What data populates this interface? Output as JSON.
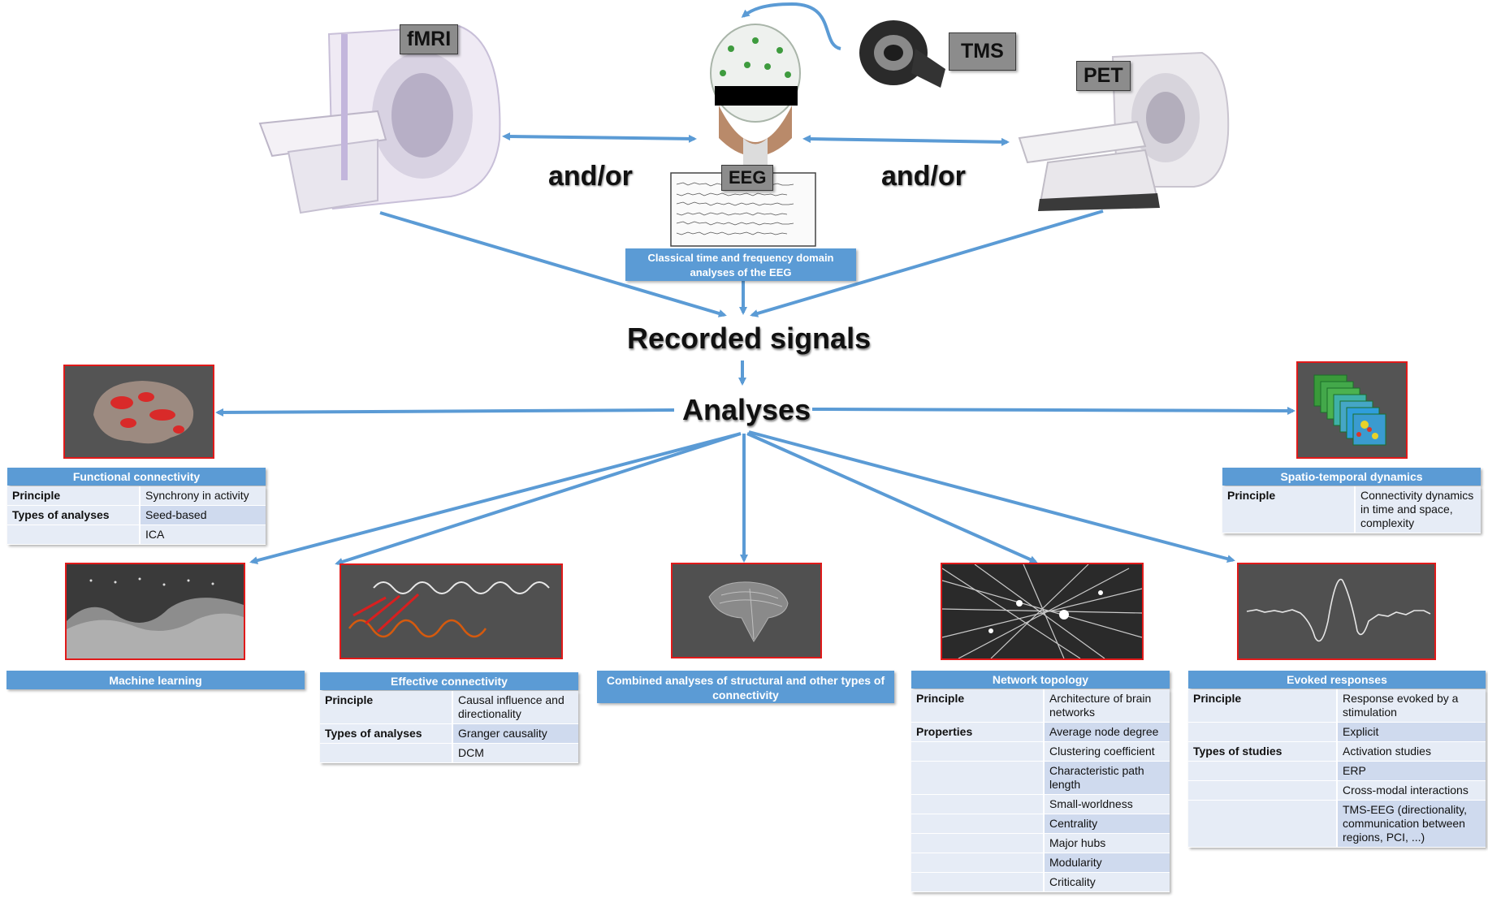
{
  "modalities": {
    "fmri": "fMRI",
    "eeg": "EEG",
    "tms": "TMS",
    "pet": "PET"
  },
  "and_or_left": "and/or",
  "and_or_right": "and/or",
  "eeg_classical": "Classical time and frequency domain analyses of the EEG",
  "recorded_signals": "Recorded signals",
  "analyses": "Analyses",
  "functional_connectivity": {
    "title": "Functional connectivity",
    "rows": [
      {
        "key": "Principle",
        "value": "Synchrony in activity"
      },
      {
        "key": "Types of analyses",
        "value": "Seed-based"
      },
      {
        "key": "",
        "value": "ICA"
      }
    ]
  },
  "spatio_temporal": {
    "title": "Spatio-temporal dynamics",
    "rows": [
      {
        "key": "Principle",
        "value": "Connectivity dynamics in time and space, complexity"
      }
    ]
  },
  "machine_learning": {
    "title": "Machine learning"
  },
  "effective_connectivity": {
    "title": "Effective connectivity",
    "rows": [
      {
        "key": "Principle",
        "value": "Causal influence and directionality"
      },
      {
        "key": "Types of analyses",
        "value": "Granger causality"
      },
      {
        "key": "",
        "value": "DCM"
      }
    ]
  },
  "combined": {
    "title": "Combined analyses of structural and other types of connectivity"
  },
  "network_topology": {
    "title": "Network topology",
    "rows": [
      {
        "key": "Principle",
        "value": "Architecture of brain networks"
      },
      {
        "key": "Properties",
        "value": "Average node degree"
      },
      {
        "key": "",
        "value": "Clustering coefficient"
      },
      {
        "key": "",
        "value": "Characteristic path length"
      },
      {
        "key": "",
        "value": "Small-worldness"
      },
      {
        "key": "",
        "value": "Centrality"
      },
      {
        "key": "",
        "value": "Major hubs"
      },
      {
        "key": "",
        "value": "Modularity"
      },
      {
        "key": "",
        "value": "Criticality"
      }
    ]
  },
  "evoked_responses": {
    "title": "Evoked responses",
    "rows": [
      {
        "key": "Principle",
        "value": "Response evoked by a stimulation"
      },
      {
        "key": "",
        "value": "Explicit"
      },
      {
        "key": "Types of studies",
        "value": "Activation studies"
      },
      {
        "key": "",
        "value": "ERP"
      },
      {
        "key": "",
        "value": "Cross-modal interactions"
      },
      {
        "key": "",
        "value": "TMS-EEG (directionality, communication between regions, PCI, ...)"
      }
    ]
  },
  "colors": {
    "accent": "#5b9bd5",
    "frame": "#e01a1a",
    "row_light": "#e6ecf6",
    "row_dark": "#cfdaee"
  }
}
